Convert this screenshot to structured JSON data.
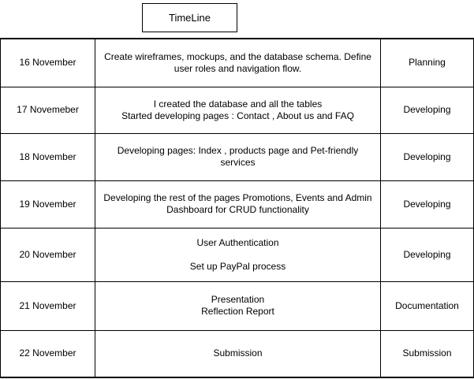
{
  "title": "TimeLine",
  "colors": {
    "border": "#000000",
    "background": "#ffffff",
    "text": "#000000"
  },
  "table": {
    "rows": [
      {
        "date": "16 November",
        "description_lines": [
          "Create wireframes, mockups, and the database schema. Define",
          "user roles and navigation flow."
        ],
        "phase": "Planning"
      },
      {
        "date": "17 Novemeber",
        "description_lines": [
          "I created the database and all the tables",
          "Started developing pages : Contact , About us and FAQ"
        ],
        "phase": "Developing"
      },
      {
        "date": "18 November",
        "description_lines": [
          "Developing pages: Index , products page and Pet-friendly",
          "services"
        ],
        "phase": "Developing"
      },
      {
        "date": "19 November",
        "description_lines": [
          "Developing the rest of the pages Promotions, Events and Admin",
          "Dashboard for CRUD functionality"
        ],
        "phase": "Developing"
      },
      {
        "date": "20 November",
        "description_lines": [
          "User Authentication",
          "",
          "Set up PayPal process"
        ],
        "phase": "Developing"
      },
      {
        "date": "21 November",
        "description_lines": [
          "Presentation",
          "Reflection Report"
        ],
        "phase": "Documentation"
      },
      {
        "date": "22 November",
        "description_lines": [
          "Submission"
        ],
        "phase": "Submission"
      }
    ]
  }
}
